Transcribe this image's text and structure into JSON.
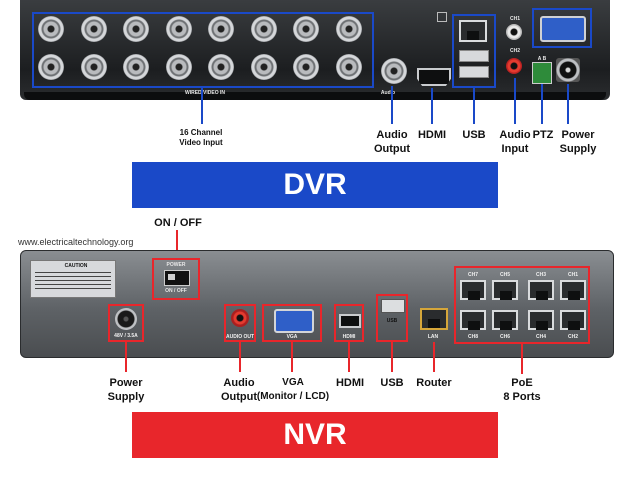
{
  "dvr": {
    "banner": "DVR",
    "wired_video_in": "WIRED VIDEO IN",
    "audio_port_text": "Audio",
    "ch1_text": "CH1",
    "ch2_text": "CH2",
    "ptz_port_text": "A   B",
    "labels": {
      "video_input": "16 Channel\nVideo Input",
      "audio_output": "Audio\nOutput",
      "hdmi": "HDMI",
      "usb": "USB",
      "audio_input": "Audio\nInput",
      "ptz": "PTZ",
      "power_supply": "Power\nSupply"
    }
  },
  "nvr": {
    "banner": "NVR",
    "on_off": "ON / OFF",
    "website": "www.electricaltechnology.org",
    "caution": "CAUTION",
    "power_text": "POWER",
    "on_off_small": "ON / OFF",
    "power_rating": "48V / 3.5A",
    "audio_out_text": "AUDIO OUT",
    "vga_text": "VGA",
    "hdmi_text": "HDMI",
    "usb_text": "USB",
    "lan_text": "LAN",
    "poe_top": [
      "CH7",
      "CH5",
      "CH3",
      "CH1"
    ],
    "poe_bottom": [
      "CH8",
      "CH6",
      "CH4",
      "CH2"
    ],
    "labels": {
      "power_supply": "Power\nSupply",
      "audio_output": "Audio\nOutput",
      "vga": "VGA\n(Monitor / LCD)",
      "hdmi": "HDMI",
      "usb": "USB",
      "router": "Router",
      "poe": "PoE\n8 Ports"
    }
  },
  "colors": {
    "dvr_blue": "#1a49c8",
    "nvr_red": "#e8262b",
    "panel_dark": "#1e2124",
    "panel_gray": "#6b6f73"
  }
}
